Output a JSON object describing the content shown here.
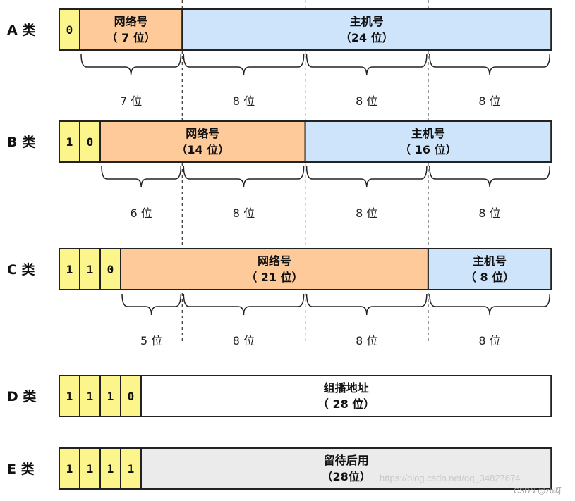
{
  "colors": {
    "bit_fill": "#fbf58b",
    "network_fill": "#ffca99",
    "host_fill": "#cde4fb",
    "multicast_fill": "#ffffff",
    "reserved_fill": "#ebebeb",
    "stroke": "#222222"
  },
  "rows": [
    {
      "label": "A 类",
      "bits": [
        "0"
      ],
      "fields": [
        {
          "kind": "network",
          "name": "网络号",
          "width": "（ 7 位）",
          "end": 8
        },
        {
          "kind": "host",
          "name": "主机号",
          "width": "（24 位）",
          "end": 32
        }
      ],
      "spans": [
        {
          "start": 1,
          "end": 8,
          "label": "7 位"
        },
        {
          "start": 8,
          "end": 16,
          "label": "8 位"
        },
        {
          "start": 16,
          "end": 24,
          "label": "8 位"
        },
        {
          "start": 24,
          "end": 32,
          "label": "8 位"
        }
      ]
    },
    {
      "label": "B 类",
      "bits": [
        "1",
        "0"
      ],
      "fields": [
        {
          "kind": "network",
          "name": "网络号",
          "width": "（14 位）",
          "end": 16
        },
        {
          "kind": "host",
          "name": "主机号",
          "width": "（ 16 位）",
          "end": 32
        }
      ],
      "spans": [
        {
          "start": 2,
          "end": 8,
          "label": "6 位"
        },
        {
          "start": 8,
          "end": 16,
          "label": "8 位"
        },
        {
          "start": 16,
          "end": 24,
          "label": "8 位"
        },
        {
          "start": 24,
          "end": 32,
          "label": "8 位"
        }
      ]
    },
    {
      "label": "C 类",
      "bits": [
        "1",
        "1",
        "0"
      ],
      "fields": [
        {
          "kind": "network",
          "name": "网络号",
          "width": "（ 21 位）",
          "end": 24
        },
        {
          "kind": "host",
          "name": "主机号",
          "width": "（ 8 位）",
          "end": 32
        }
      ],
      "spans": [
        {
          "start": 3,
          "end": 8,
          "label": "5 位"
        },
        {
          "start": 8,
          "end": 16,
          "label": "8 位"
        },
        {
          "start": 16,
          "end": 24,
          "label": "8 位"
        },
        {
          "start": 24,
          "end": 32,
          "label": "8 位"
        }
      ]
    },
    {
      "label": "D 类",
      "bits": [
        "1",
        "1",
        "1",
        "0"
      ],
      "fields": [
        {
          "kind": "multicast",
          "name": "组播地址",
          "width": "（ 28 位）",
          "end": 32
        }
      ],
      "spans": []
    },
    {
      "label": "E 类",
      "bits": [
        "1",
        "1",
        "1",
        "1"
      ],
      "fields": [
        {
          "kind": "reserved",
          "name": "留待后用",
          "width": "（28位）",
          "end": 32
        }
      ],
      "spans": []
    }
  ],
  "watermark": "https://blog.csdn.net/qq_34827674",
  "watermark_corner": "CSDN @zb呀"
}
